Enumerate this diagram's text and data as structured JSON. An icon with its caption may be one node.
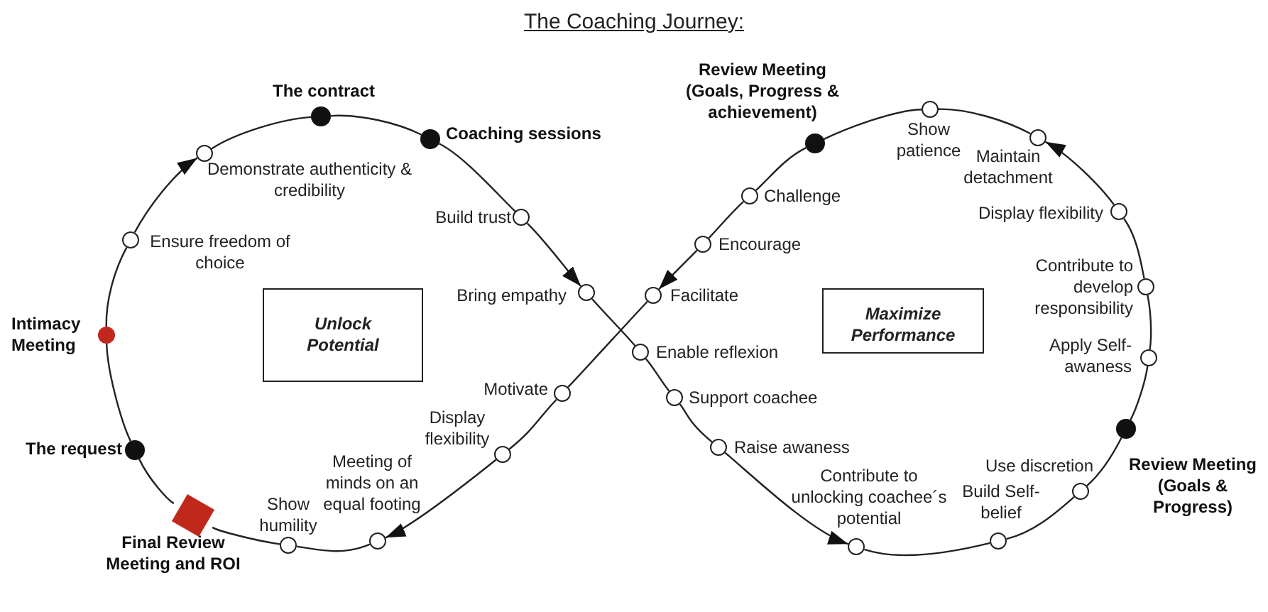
{
  "diagram": {
    "title": "The Coaching Journey:",
    "nodes": [
      {
        "text": [],
        "shape": "circle",
        "beside": [
          "The request"
        ]
      },
      {
        "text": [],
        "shape": "circle",
        "beside": [
          "Intimacy Meeting"
        ]
      },
      {
        "text": [],
        "shape": "circle",
        "beside": [
          "Ensure freedom of choice"
        ]
      },
      {
        "text": [],
        "shape": "circle",
        "beside": [
          "Demonstrate authenticity & credibility"
        ]
      },
      {
        "text": [],
        "shape": "circle",
        "beside": [
          "The contract"
        ]
      },
      {
        "text": [],
        "shape": "circle",
        "beside": [
          "Coaching sessions"
        ]
      },
      {
        "text": [],
        "shape": "circle",
        "beside": [
          "Build trust"
        ]
      },
      {
        "text": [],
        "shape": "circle",
        "beside": [
          "Bring empathy"
        ]
      },
      {
        "text": [],
        "shape": "circle",
        "beside": [
          "Enable reflexion"
        ]
      },
      {
        "text": [],
        "shape": "circle",
        "beside": [
          "Support coachee"
        ]
      },
      {
        "text": [],
        "shape": "circle",
        "beside": [
          "Raise awaness"
        ]
      },
      {
        "text": [],
        "shape": "circle",
        "beside": [
          "Contribute to unlocking coachee´s potential"
        ]
      },
      {
        "text": [],
        "shape": "circle",
        "beside": [
          "Build Self-belief"
        ]
      },
      {
        "text": [],
        "shape": "circle",
        "beside": [
          "Use discretion"
        ]
      },
      {
        "text": [],
        "shape": "circle",
        "beside": [
          "Review Meeting (Goals & Progress)"
        ]
      },
      {
        "text": [],
        "shape": "circle",
        "beside": [
          "Apply Self-awaness"
        ]
      },
      {
        "text": [],
        "shape": "circle",
        "beside": [
          "Contribute to develop responsibility"
        ]
      },
      {
        "text": [],
        "shape": "circle",
        "beside": [
          "Display flexibility"
        ]
      },
      {
        "text": [],
        "shape": "circle",
        "beside": [
          "Maintain detachment"
        ]
      },
      {
        "text": [],
        "shape": "circle",
        "beside": [
          "Show patience"
        ]
      },
      {
        "text": [],
        "shape": "circle",
        "beside": [
          "Review Meeting (Goals, Progress & achievement)"
        ]
      },
      {
        "text": [],
        "shape": "circle",
        "beside": [
          "Challenge"
        ]
      },
      {
        "text": [],
        "shape": "circle",
        "beside": [
          "Encourage"
        ]
      },
      {
        "text": [],
        "shape": "circle",
        "beside": [
          "Facilitate"
        ]
      },
      {
        "text": [],
        "shape": "circle",
        "beside": [
          "Motivate"
        ]
      },
      {
        "text": [],
        "shape": "circle",
        "beside": [
          "Display flexibility"
        ]
      },
      {
        "text": [],
        "shape": "circle",
        "beside": [
          "Meeting of minds on an equal footing"
        ]
      },
      {
        "text": [],
        "shape": "circle",
        "beside": [
          "Show humility"
        ]
      },
      {
        "text": [],
        "shape": "box",
        "beside": [
          "Final Review Meeting and ROI"
        ]
      },
      {
        "text": [
          "Unlock Potential"
        ]
      },
      {
        "text": [
          "Maximize Performance"
        ]
      }
    ],
    "edges": [
      {
        "from": 0,
        "to": 1,
        "arrow": "none"
      },
      {
        "from": 1,
        "to": 2,
        "arrow": "none"
      },
      {
        "from": 2,
        "to": 3,
        "arrow": "to"
      },
      {
        "from": 3,
        "to": 4,
        "arrow": "none"
      },
      {
        "from": 4,
        "to": 5,
        "arrow": "none"
      },
      {
        "from": 5,
        "to": 6,
        "arrow": "none"
      },
      {
        "from": 6,
        "to": 7,
        "arrow": "to"
      },
      {
        "from": 7,
        "to": 8,
        "arrow": "none"
      },
      {
        "from": 8,
        "to": 9,
        "arrow": "none"
      },
      {
        "from": 9,
        "to": 10,
        "arrow": "none"
      },
      {
        "from": 10,
        "to": 11,
        "arrow": "to"
      },
      {
        "from": 11,
        "to": 12,
        "arrow": "none"
      },
      {
        "from": 12,
        "to": 13,
        "arrow": "none"
      },
      {
        "from": 13,
        "to": 14,
        "arrow": "none"
      },
      {
        "from": 14,
        "to": 15,
        "arrow": "none"
      },
      {
        "from": 15,
        "to": 16,
        "arrow": "none"
      },
      {
        "from": 16,
        "to": 17,
        "arrow": "none"
      },
      {
        "from": 17,
        "to": 18,
        "arrow": "to"
      },
      {
        "from": 18,
        "to": 19,
        "arrow": "none"
      },
      {
        "from": 19,
        "to": 20,
        "arrow": "none"
      },
      {
        "from": 20,
        "to": 21,
        "arrow": "none"
      },
      {
        "from": 21,
        "to": 22,
        "arrow": "none"
      },
      {
        "from": 22,
        "to": 23,
        "arrow": "to"
      },
      {
        "from": 23,
        "to": 24,
        "arrow": "none"
      },
      {
        "from": 24,
        "to": 25,
        "arrow": "none"
      },
      {
        "from": 25,
        "to": 26,
        "arrow": "to"
      },
      {
        "from": 26,
        "to": 27,
        "arrow": "none"
      },
      {
        "from": 27,
        "to": 28,
        "arrow": "none"
      },
      {
        "from": 28,
        "to": 0,
        "arrow": "none"
      }
    ]
  }
}
